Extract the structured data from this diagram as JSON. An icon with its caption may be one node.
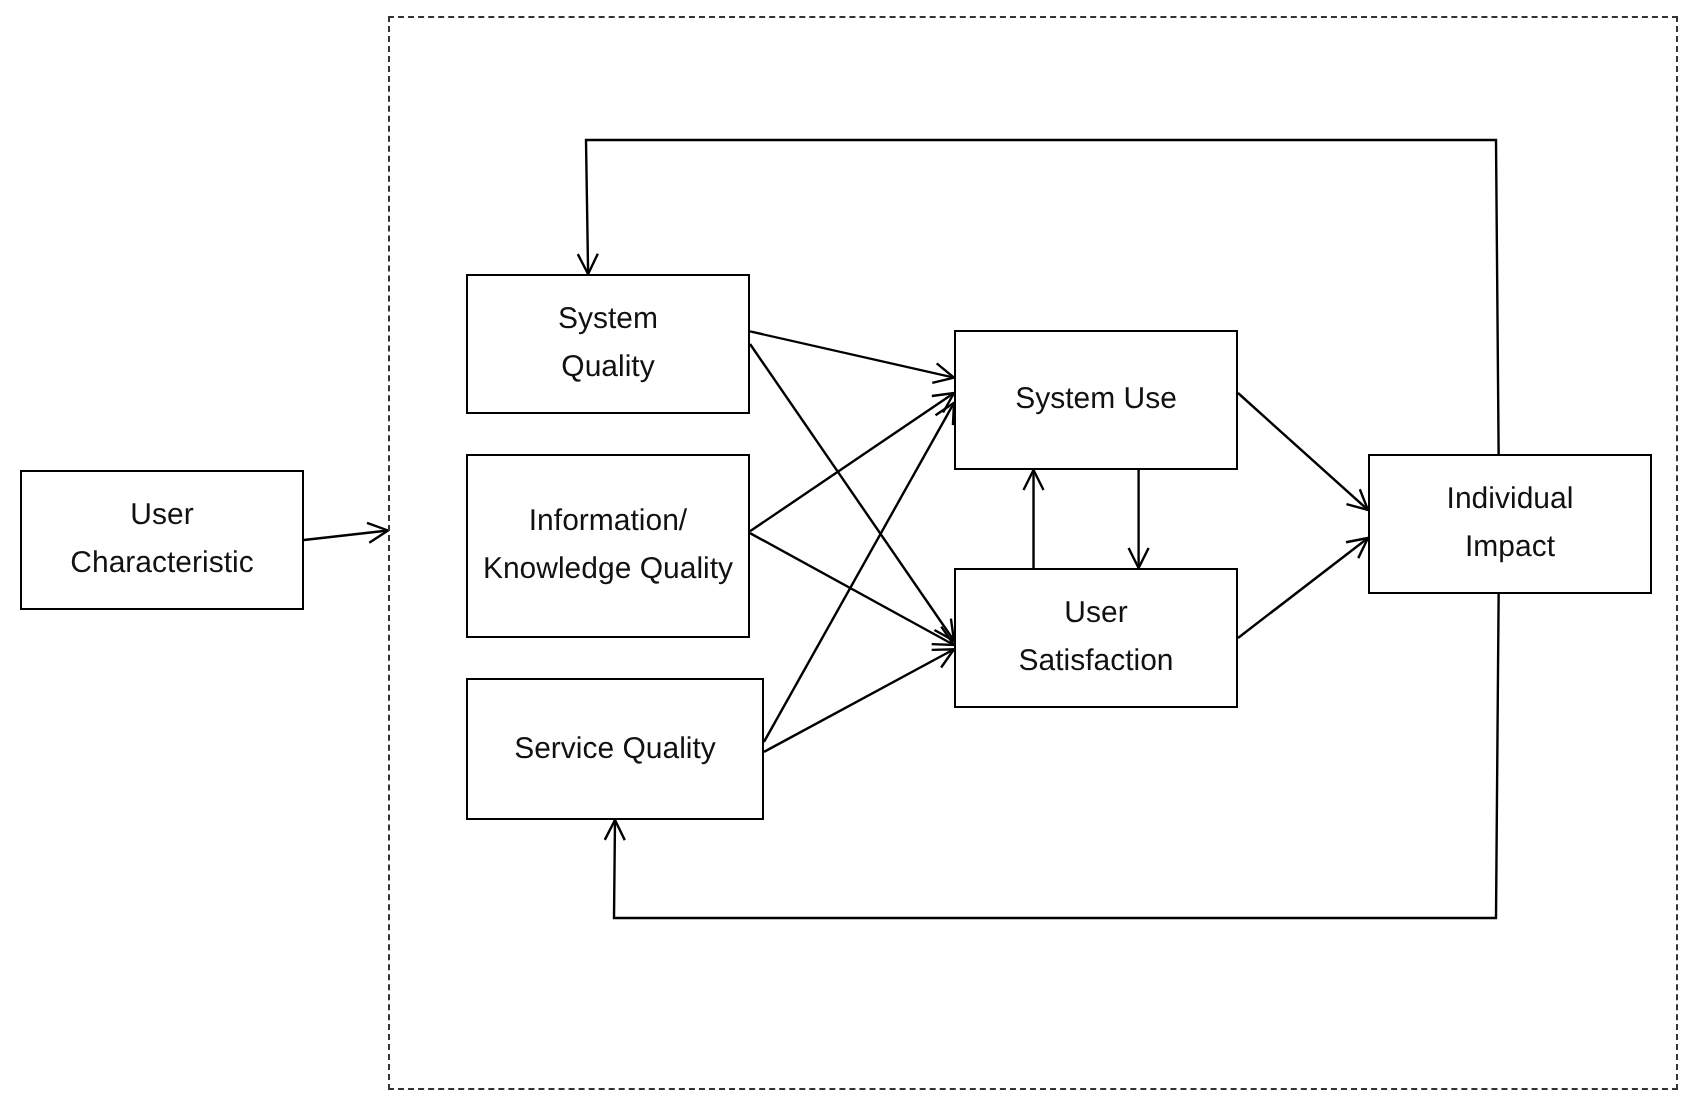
{
  "diagram": {
    "nodes": [
      {
        "text": [],
        "shape": "box"
      },
      {
        "text": [
          "User Characteristic"
        ]
      },
      {
        "text": [
          "System Quality"
        ],
        "in": 0
      },
      {
        "text": [
          "Information/ Knowledge Quality"
        ],
        "in": 0
      },
      {
        "text": [
          "Service Quality"
        ],
        "in": 0
      },
      {
        "text": [
          "System Use"
        ],
        "in": 0
      },
      {
        "text": [
          "User Satisfaction"
        ],
        "in": 0
      },
      {
        "text": [
          "Individual Impact"
        ],
        "in": 0
      }
    ],
    "edges": [
      {
        "from": 1,
        "to": 0,
        "arrow": "to"
      },
      {
        "from": 2,
        "to": 5,
        "arrow": "to"
      },
      {
        "from": 2,
        "to": 6,
        "arrow": "to"
      },
      {
        "from": 3,
        "to": 5,
        "arrow": "to"
      },
      {
        "from": 3,
        "to": 6,
        "arrow": "to"
      },
      {
        "from": 4,
        "to": 5,
        "arrow": "to"
      },
      {
        "from": 4,
        "to": 6,
        "arrow": "to"
      },
      {
        "from": 6,
        "to": 5,
        "arrow": "to"
      },
      {
        "from": 5,
        "to": 6,
        "arrow": "to"
      },
      {
        "from": 5,
        "to": 7,
        "arrow": "to"
      },
      {
        "from": 6,
        "to": 7,
        "arrow": "to"
      },
      {
        "from": 7,
        "to": 2,
        "arrow": "to"
      },
      {
        "from": 7,
        "to": 4,
        "arrow": "to"
      }
    ]
  }
}
